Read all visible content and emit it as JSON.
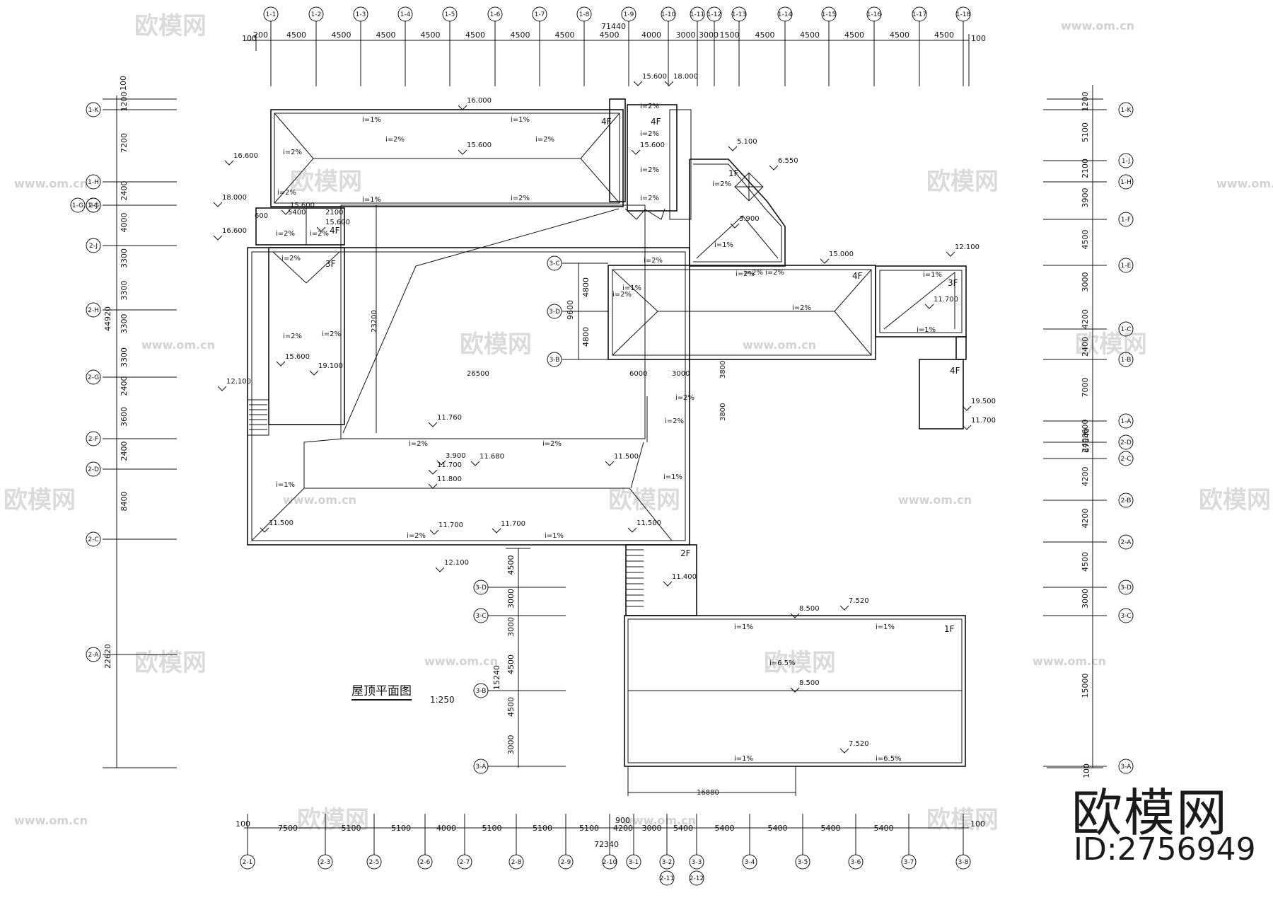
{
  "drawing": {
    "title": "屋顶平面图",
    "scale": "1:250",
    "brand": "欧模网",
    "id_label": "ID:2756949",
    "watermark_text": "欧模网",
    "watermark_url": "www.om.cn",
    "top_axes": [
      "1-1",
      "1-2",
      "1-3",
      "1-4",
      "1-5",
      "1-6",
      "1-7",
      "1-8",
      "1-9",
      "1-10",
      "1-11",
      "1-12",
      "1-13",
      "1-14",
      "1-15",
      "1-16",
      "1-17",
      "1-18"
    ],
    "top_total": "71440",
    "top_dims": [
      "200",
      "4500",
      "4500",
      "4500",
      "4500",
      "4500",
      "4500",
      "4500",
      "4500",
      "4000",
      "3000",
      "3000",
      "1500",
      "4500",
      "4500",
      "4500",
      "4500",
      "4500"
    ],
    "top_end_left": "100",
    "top_end_right": "100",
    "bottom_axes": [
      "2-1",
      "2-3",
      "2-5",
      "2-6",
      "2-7",
      "2-8",
      "2-9",
      "2-10",
      "3-1",
      "3-2",
      "3-3",
      "3-4",
      "3-5",
      "3-6",
      "3-7",
      "3-8"
    ],
    "bottom_axes_sub": [
      "2-11",
      "2-12"
    ],
    "bottom_total": "72340",
    "bottom_dims": [
      "7500",
      "5100",
      "5100",
      "4000",
      "5100",
      "5100",
      "5100",
      "4200",
      "3000",
      "5400",
      "5400",
      "5400",
      "5400",
      "5400"
    ],
    "bottom_small": "900",
    "left_axes": [
      "1-K",
      "1-H",
      "1-G",
      "2-J",
      "2-H",
      "2-G",
      "2-F",
      "2-D",
      "2-C",
      "2-A"
    ],
    "left_dims": [
      "1200",
      "7200",
      "2400",
      "4000",
      "3300",
      "3300",
      "3300",
      "3300",
      "2400",
      "3600",
      "2400",
      "8400"
    ],
    "left_total": "44920",
    "left_total2": "22620",
    "left_top": "100",
    "right_axes": [
      "1-K",
      "1-J",
      "1-H",
      "1-F",
      "1-E",
      "1-C",
      "1-B",
      "1-A",
      "2-D",
      "2-C",
      "2-B",
      "2-A",
      "3-D",
      "3-C",
      "3-A"
    ],
    "right_dims": [
      "1200",
      "5100",
      "2100",
      "3900",
      "4500",
      "3000",
      "4200",
      "2400",
      "7000",
      "600",
      "2400",
      "4200",
      "4200",
      "4500",
      "3000",
      "15000"
    ],
    "right_total": "67540",
    "right_bottom": "100",
    "mid_axes": [
      "3-D",
      "3-C",
      "3-B",
      "3-A"
    ],
    "mid_dims": [
      "4500",
      "3000",
      "3000",
      "4500",
      "4500",
      "3000"
    ],
    "mid_total": "15240",
    "upper_axes": [
      "3-C",
      "3-D",
      "3-B"
    ],
    "upper_dims": [
      "4800",
      "9600",
      "4800"
    ],
    "floors": [
      "4F",
      "4F",
      "4F",
      "3F",
      "1F",
      "4F",
      "3F",
      "4F",
      "2F",
      "1F"
    ],
    "elevations": [
      "16.000",
      "15.600",
      "15.600",
      "15.600",
      "18.000",
      "15.600",
      "16.600",
      "16.600",
      "18.000",
      "15.600",
      "5.100",
      "6.550",
      "3.900",
      "15.000",
      "12.100",
      "11.700",
      "15.600",
      "19.100",
      "19.500",
      "11.700",
      "11.760",
      "3.900",
      "12.100",
      "11.700",
      "11.680",
      "11.500",
      "11.800",
      "11.500",
      "11.700",
      "11.700",
      "11.500",
      "12.100",
      "11.400",
      "8.500",
      "7.520",
      "8.500",
      "7.520"
    ],
    "slopes": [
      "i=1%",
      "i=1%",
      "i=2%",
      "i=2%",
      "i=2%",
      "i=2%",
      "i=1%",
      "i=2%",
      "i=2%",
      "i=2%",
      "i=2%",
      "i=2%",
      "i=2%",
      "i=2%",
      "i=2%",
      "i=2%",
      "i=2%",
      "i=2%",
      "i=2%",
      "i=2%",
      "i=2%",
      "i=1%",
      "i=2%",
      "i=2%",
      "i=1%",
      "i=2%",
      "i=1%",
      "i=1%",
      "i=2%",
      "i=2%",
      "i=2%",
      "i=2%",
      "i=1%",
      "i=1%",
      "i=2%",
      "i=1%",
      "i=1%",
      "i=1%",
      "i=1%",
      "i=6.5%",
      "i=6.5%"
    ],
    "plan_dims": [
      "5400",
      "2100",
      "600",
      "23200",
      "26500",
      "6000",
      "3000",
      "3800",
      "3800",
      "16880"
    ]
  }
}
